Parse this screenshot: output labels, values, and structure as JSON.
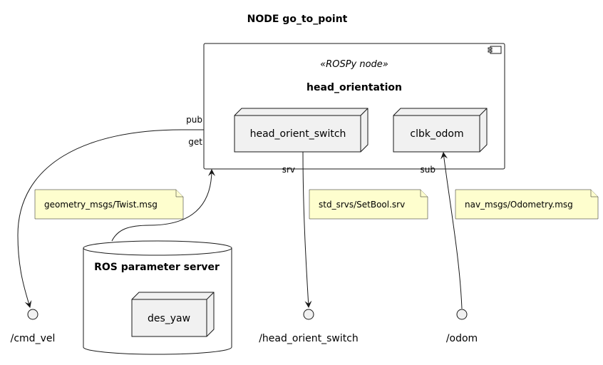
{
  "title": "NODE go_to_point",
  "component": {
    "stereotype": "«ROSPy node»",
    "name": "head_orientation",
    "nodes": [
      "head_orient_switch",
      "clbk_odom"
    ]
  },
  "ports": {
    "pub": "pub",
    "get": "get",
    "srv": "srv",
    "sub": "sub"
  },
  "notes": {
    "twist": "geometry_msgs/Twist.msg",
    "setbool": "std_srvs/SetBool.srv",
    "odometry": "nav_msgs/Odometry.msg"
  },
  "parameter_server": {
    "name": "ROS parameter server",
    "param": "des_yaw"
  },
  "interfaces": {
    "cmd_vel": "/cmd_vel",
    "head_orient_switch": "/head_orient_switch",
    "odom": "/odom"
  },
  "colors": {
    "node_fill": "#f1f1f1",
    "note_fill": "#fefece",
    "stroke": "#181818"
  }
}
